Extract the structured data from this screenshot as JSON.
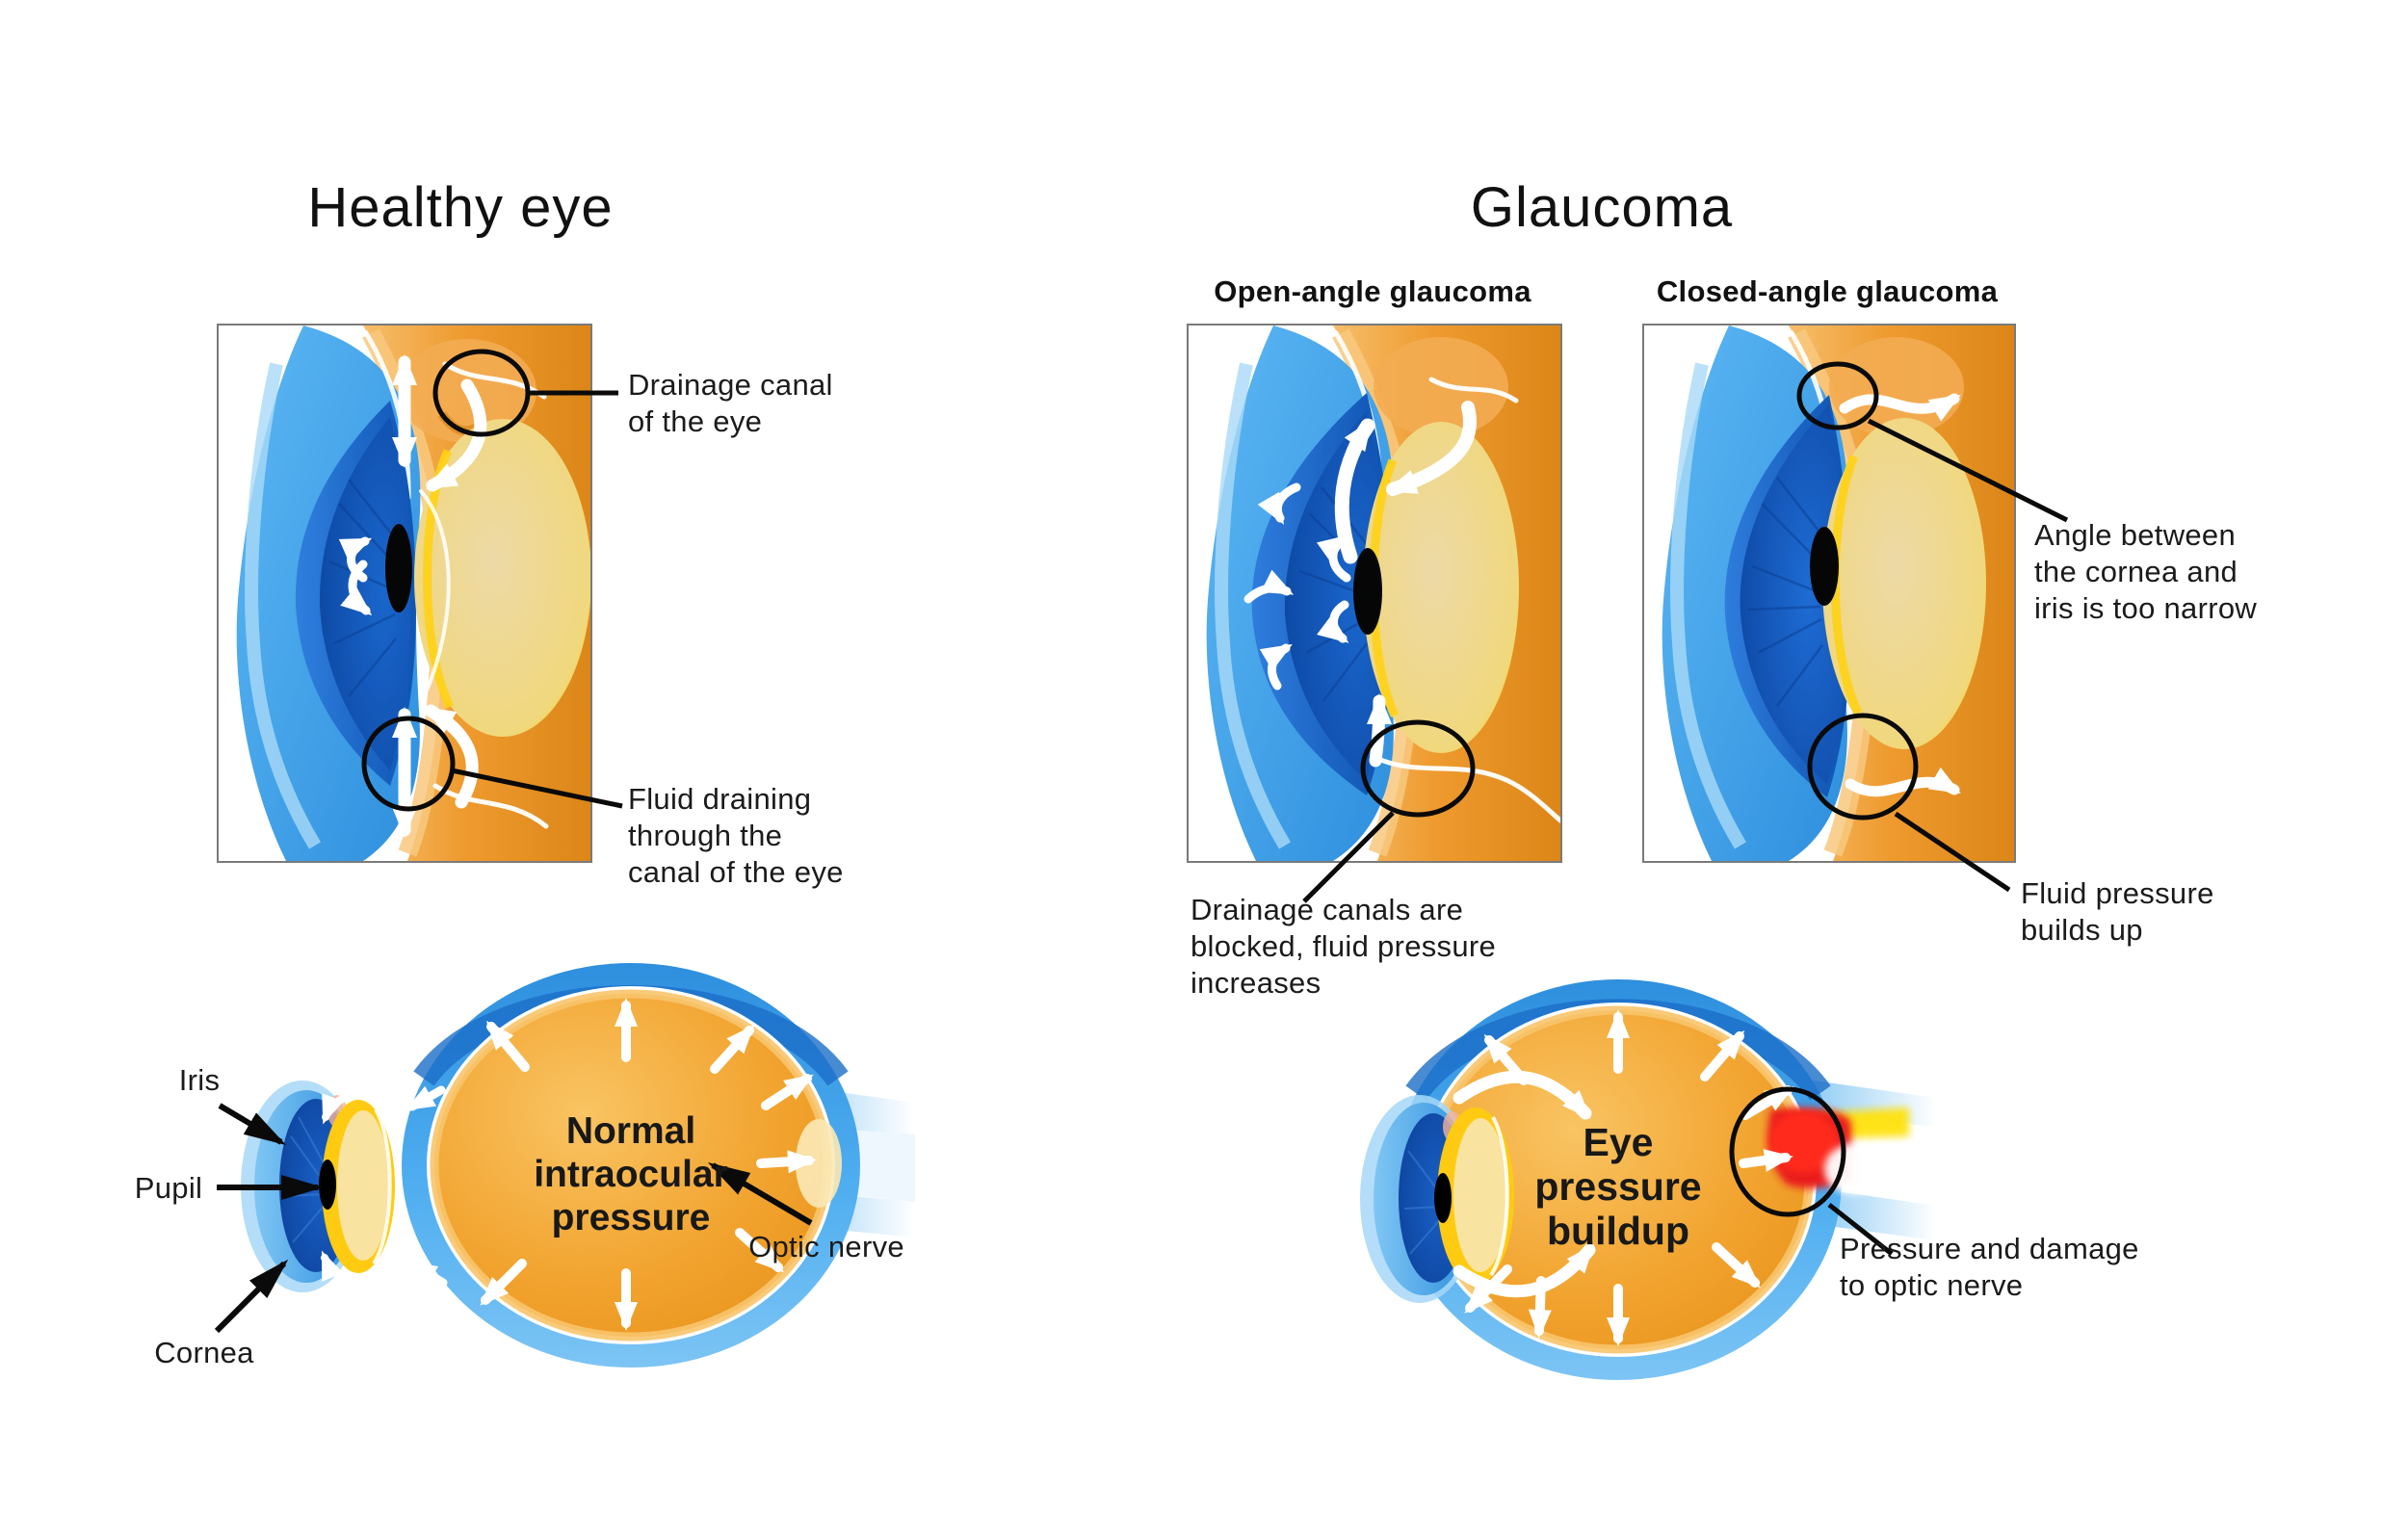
{
  "left_section": {
    "title": "Healthy eye",
    "cross_section_labels": {
      "drainage_canal": "Drainage canal\nof the eye",
      "fluid_draining": "Fluid draining\nthrough the\ncanal of the eye"
    },
    "eyeball": {
      "center_caption": "Normal\nintraocular\npressure",
      "iris": "Iris",
      "pupil": "Pupil",
      "cornea": "Cornea",
      "optic_nerve": "Optic nerve"
    }
  },
  "right_section": {
    "title": "Glaucoma",
    "open_angle": {
      "subtitle": "Open-angle glaucoma",
      "blocked_label": "Drainage canals are\nblocked, fluid pressure\nincreases"
    },
    "closed_angle": {
      "subtitle": "Closed-angle glaucoma",
      "angle_label": "Angle between\nthe cornea and\niris is too narrow",
      "fluid_pressure_label": "Fluid pressure\nbuilds up"
    },
    "eyeball": {
      "center_caption": "Eye\npressure\nbuildup",
      "damage_label": "Pressure and damage\nto optic nerve"
    }
  },
  "colors": {
    "sky_blue": "#3FA9F5",
    "pale_blue": "#A9D9F8",
    "mid_blue": "#1E73D2",
    "deep_blue": "#0D4FA8",
    "orange": "#EE9A2E",
    "orange_dark": "#DE8A1F",
    "orange_light": "#F7BE6B",
    "lens_yellow": "#FFD215",
    "lens_pale": "#EDD9A6",
    "damage_red": "#ED1C24",
    "damage_yellow": "#FFE20A",
    "text": "#1B1B1B",
    "panel_border": "#7A7A7A",
    "annotation_black": "#0A0A0A"
  }
}
